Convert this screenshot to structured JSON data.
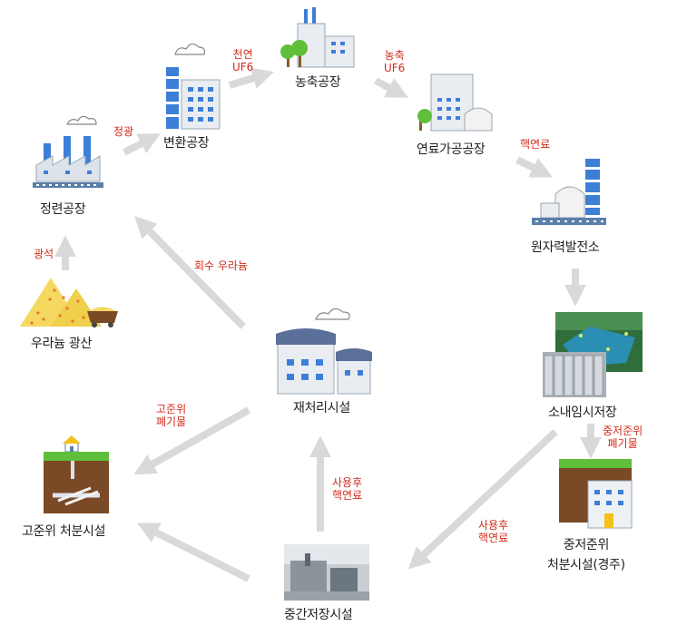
{
  "nodes": {
    "mine": "우라늄 광산",
    "refinery": "정련공장",
    "conversion": "변환공장",
    "enrichment": "농축공장",
    "fabrication": "연료가공공장",
    "npp": "원자력발전소",
    "onsite": "소내임시저장",
    "interim": "중간저장시설",
    "reprocessing": "재처리시설",
    "hlw": "고준위 처분시설",
    "lilw_line1": "중저준위",
    "lilw_line2": "처분시설(경주)"
  },
  "flows": {
    "ore": "광석",
    "concentrate": "정광",
    "natural_uf6_line1": "천연",
    "natural_uf6_line2": "UF6",
    "enriched_uf6_line1": "농축",
    "enriched_uf6_line2": "UF6",
    "nuclear_fuel": "핵연료",
    "recovered_uranium": "회수 우라늄",
    "hlw_line1": "고준위",
    "hlw_line2": "폐기물",
    "lilw_line1": "중저준위",
    "lilw_line2": "폐기물",
    "spent_to_interim_line1": "사용후",
    "spent_to_interim_line2": "핵연료",
    "spent_to_reproc_line1": "사용후",
    "spent_to_reproc_line2": "핵연료"
  },
  "colors": {
    "arrow": "#d9d9d9",
    "flow_label": "#d42a1a",
    "building_blue": "#3d7fd6",
    "tree_green": "#5fbf3a",
    "ore_yellow": "#f4d860",
    "earth_brown": "#7a4a26"
  }
}
